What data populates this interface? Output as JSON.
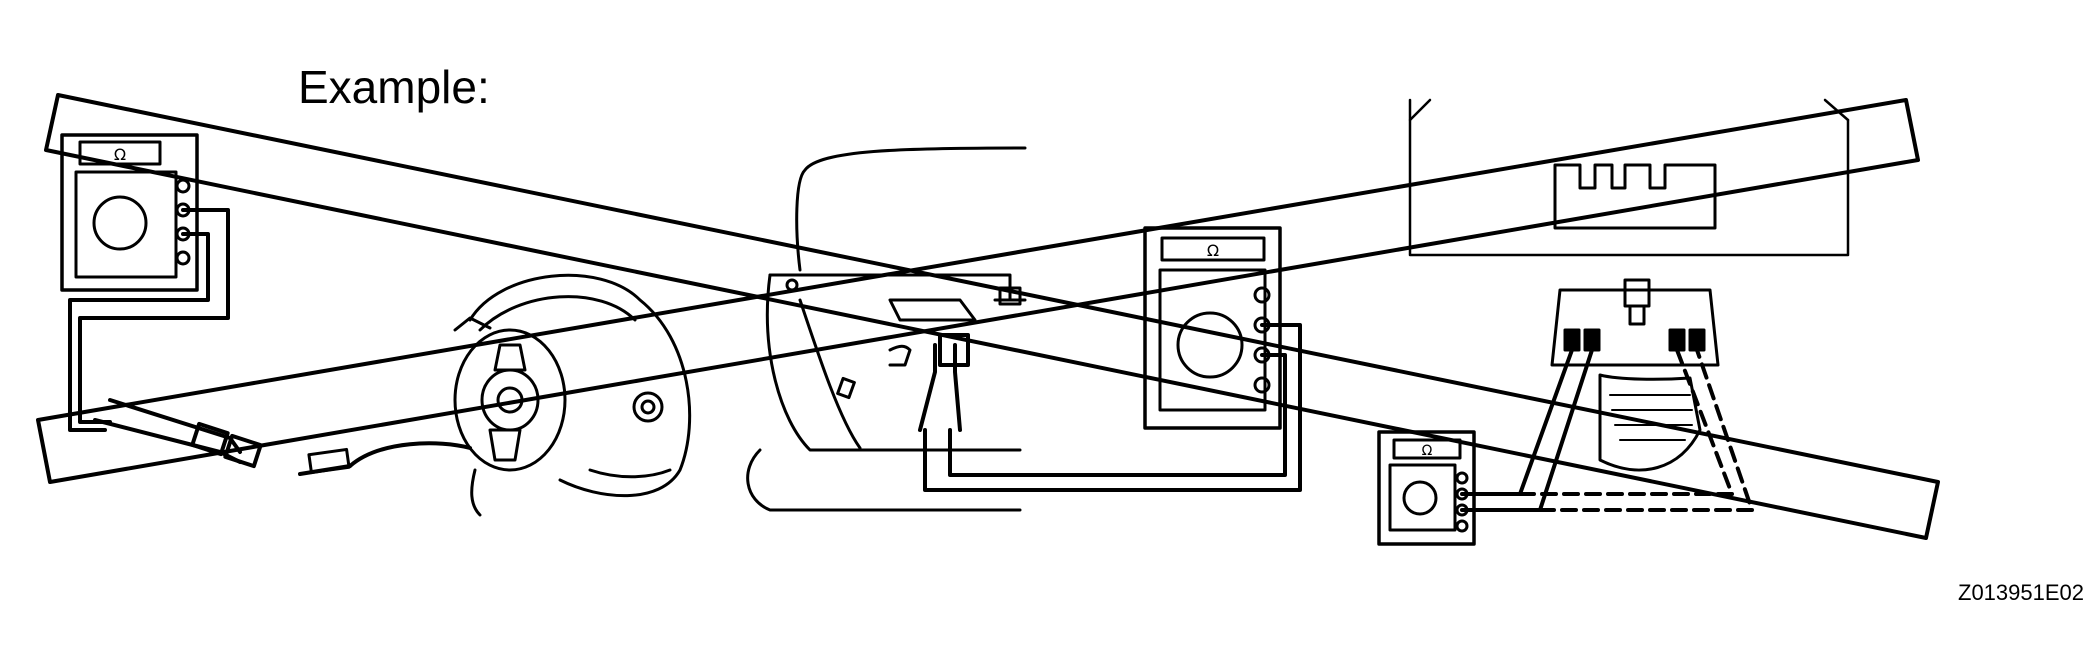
{
  "figure": {
    "title": "Example:",
    "code": "Z013951E02"
  },
  "meters": [
    {
      "symbol": "Ω"
    },
    {
      "symbol": "Ω"
    },
    {
      "symbol": "Ω"
    }
  ],
  "colors": {
    "ink": "#000000",
    "paper": "#ffffff"
  }
}
